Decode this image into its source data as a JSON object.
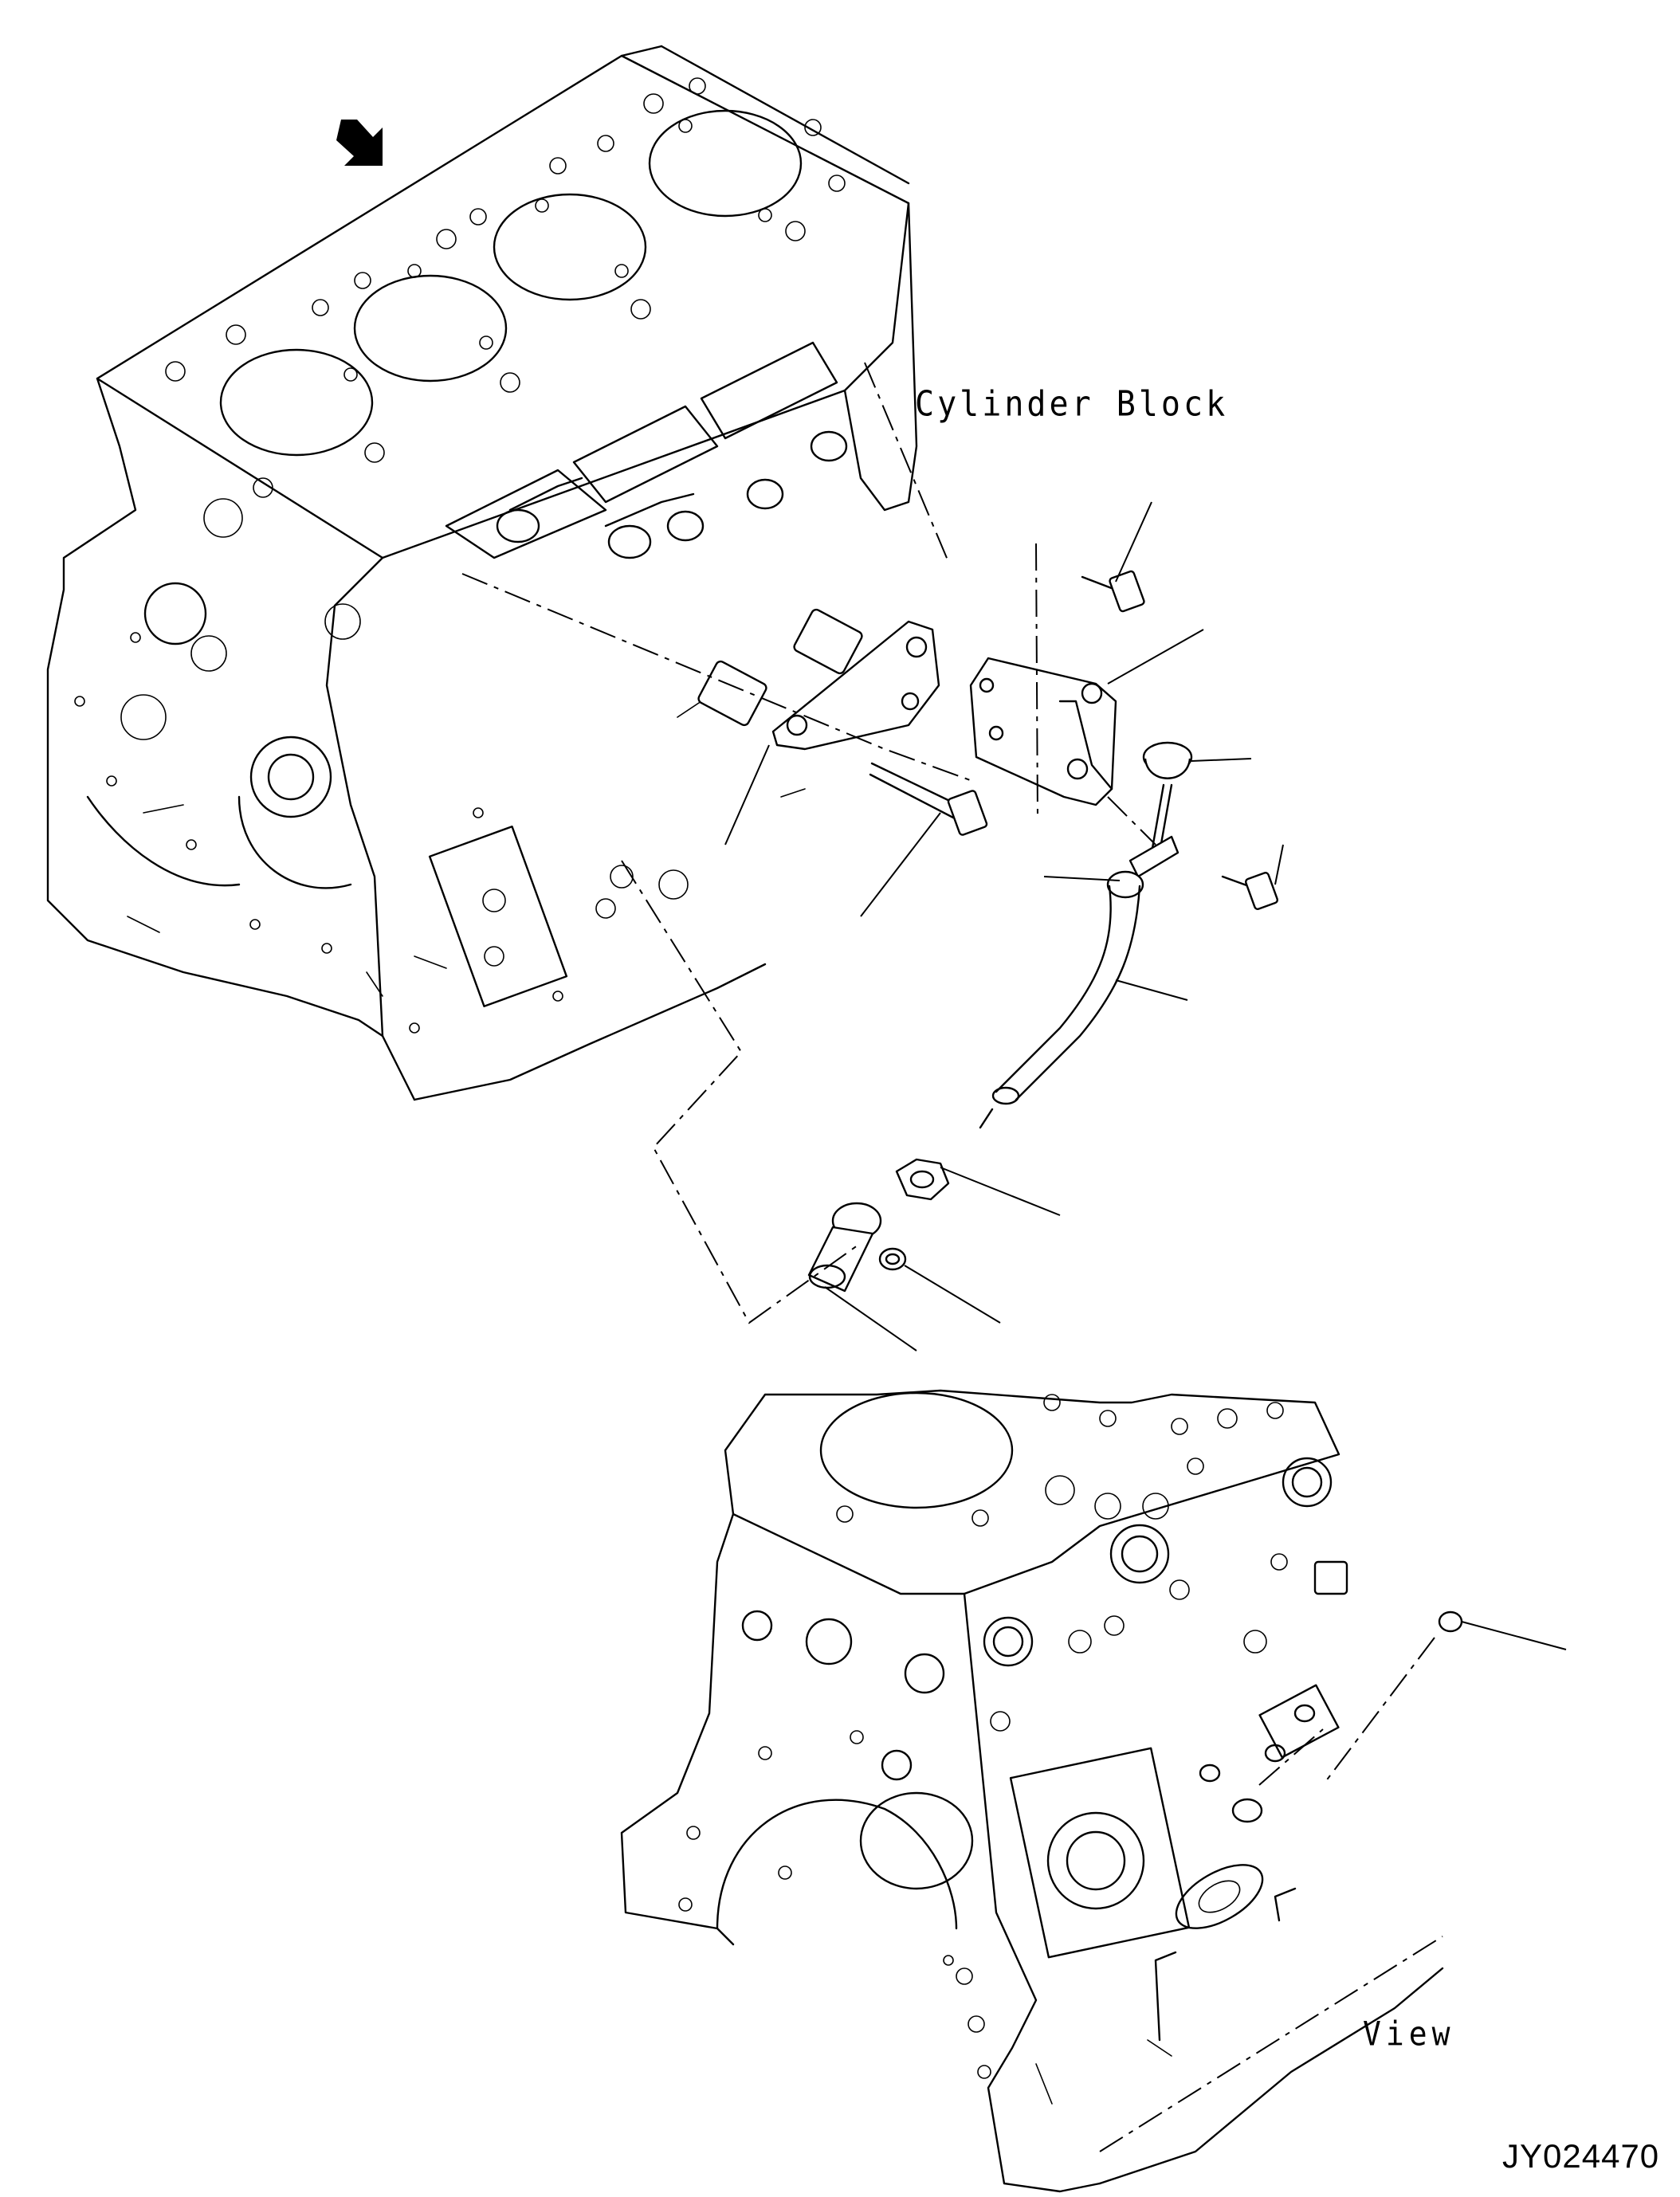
{
  "labels": {
    "cylinder_block": "Cylinder Block",
    "view": "View",
    "drawing_code": "JY024470"
  },
  "colors": {
    "line": "#000000",
    "background": "#ffffff"
  },
  "icons": [
    "view-direction-arrow-icon"
  ]
}
